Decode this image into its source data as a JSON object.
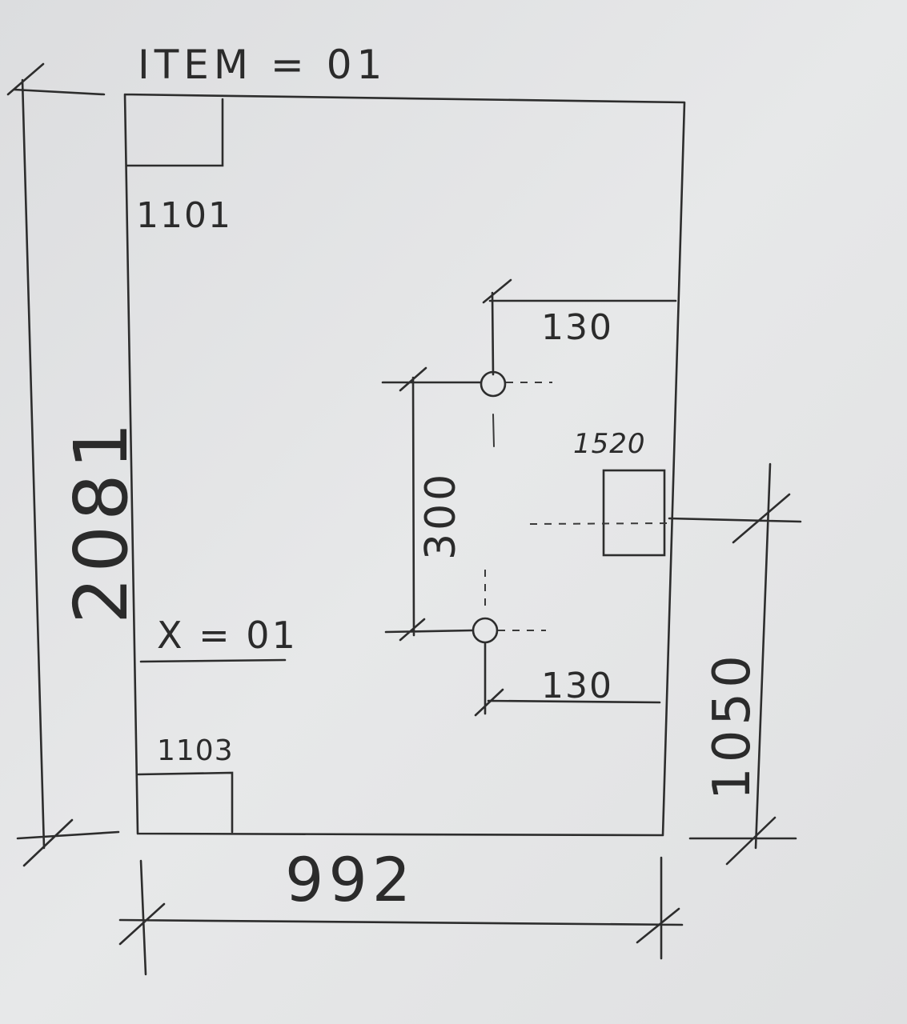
{
  "drawing": {
    "item_label": "ITEM = 01",
    "quantity_label": "X = 01",
    "overall_height": "2081",
    "overall_width": "992",
    "hinge_height": "1050",
    "hole_offset_top": "130",
    "hole_offset_bottom": "130",
    "hole_spacing": "300",
    "lock_code": "1520",
    "corner_top_code": "1101",
    "corner_bottom_code": "1103"
  },
  "colors": {
    "paper": "#e6e7e8",
    "ink": "#2d2d2d"
  }
}
